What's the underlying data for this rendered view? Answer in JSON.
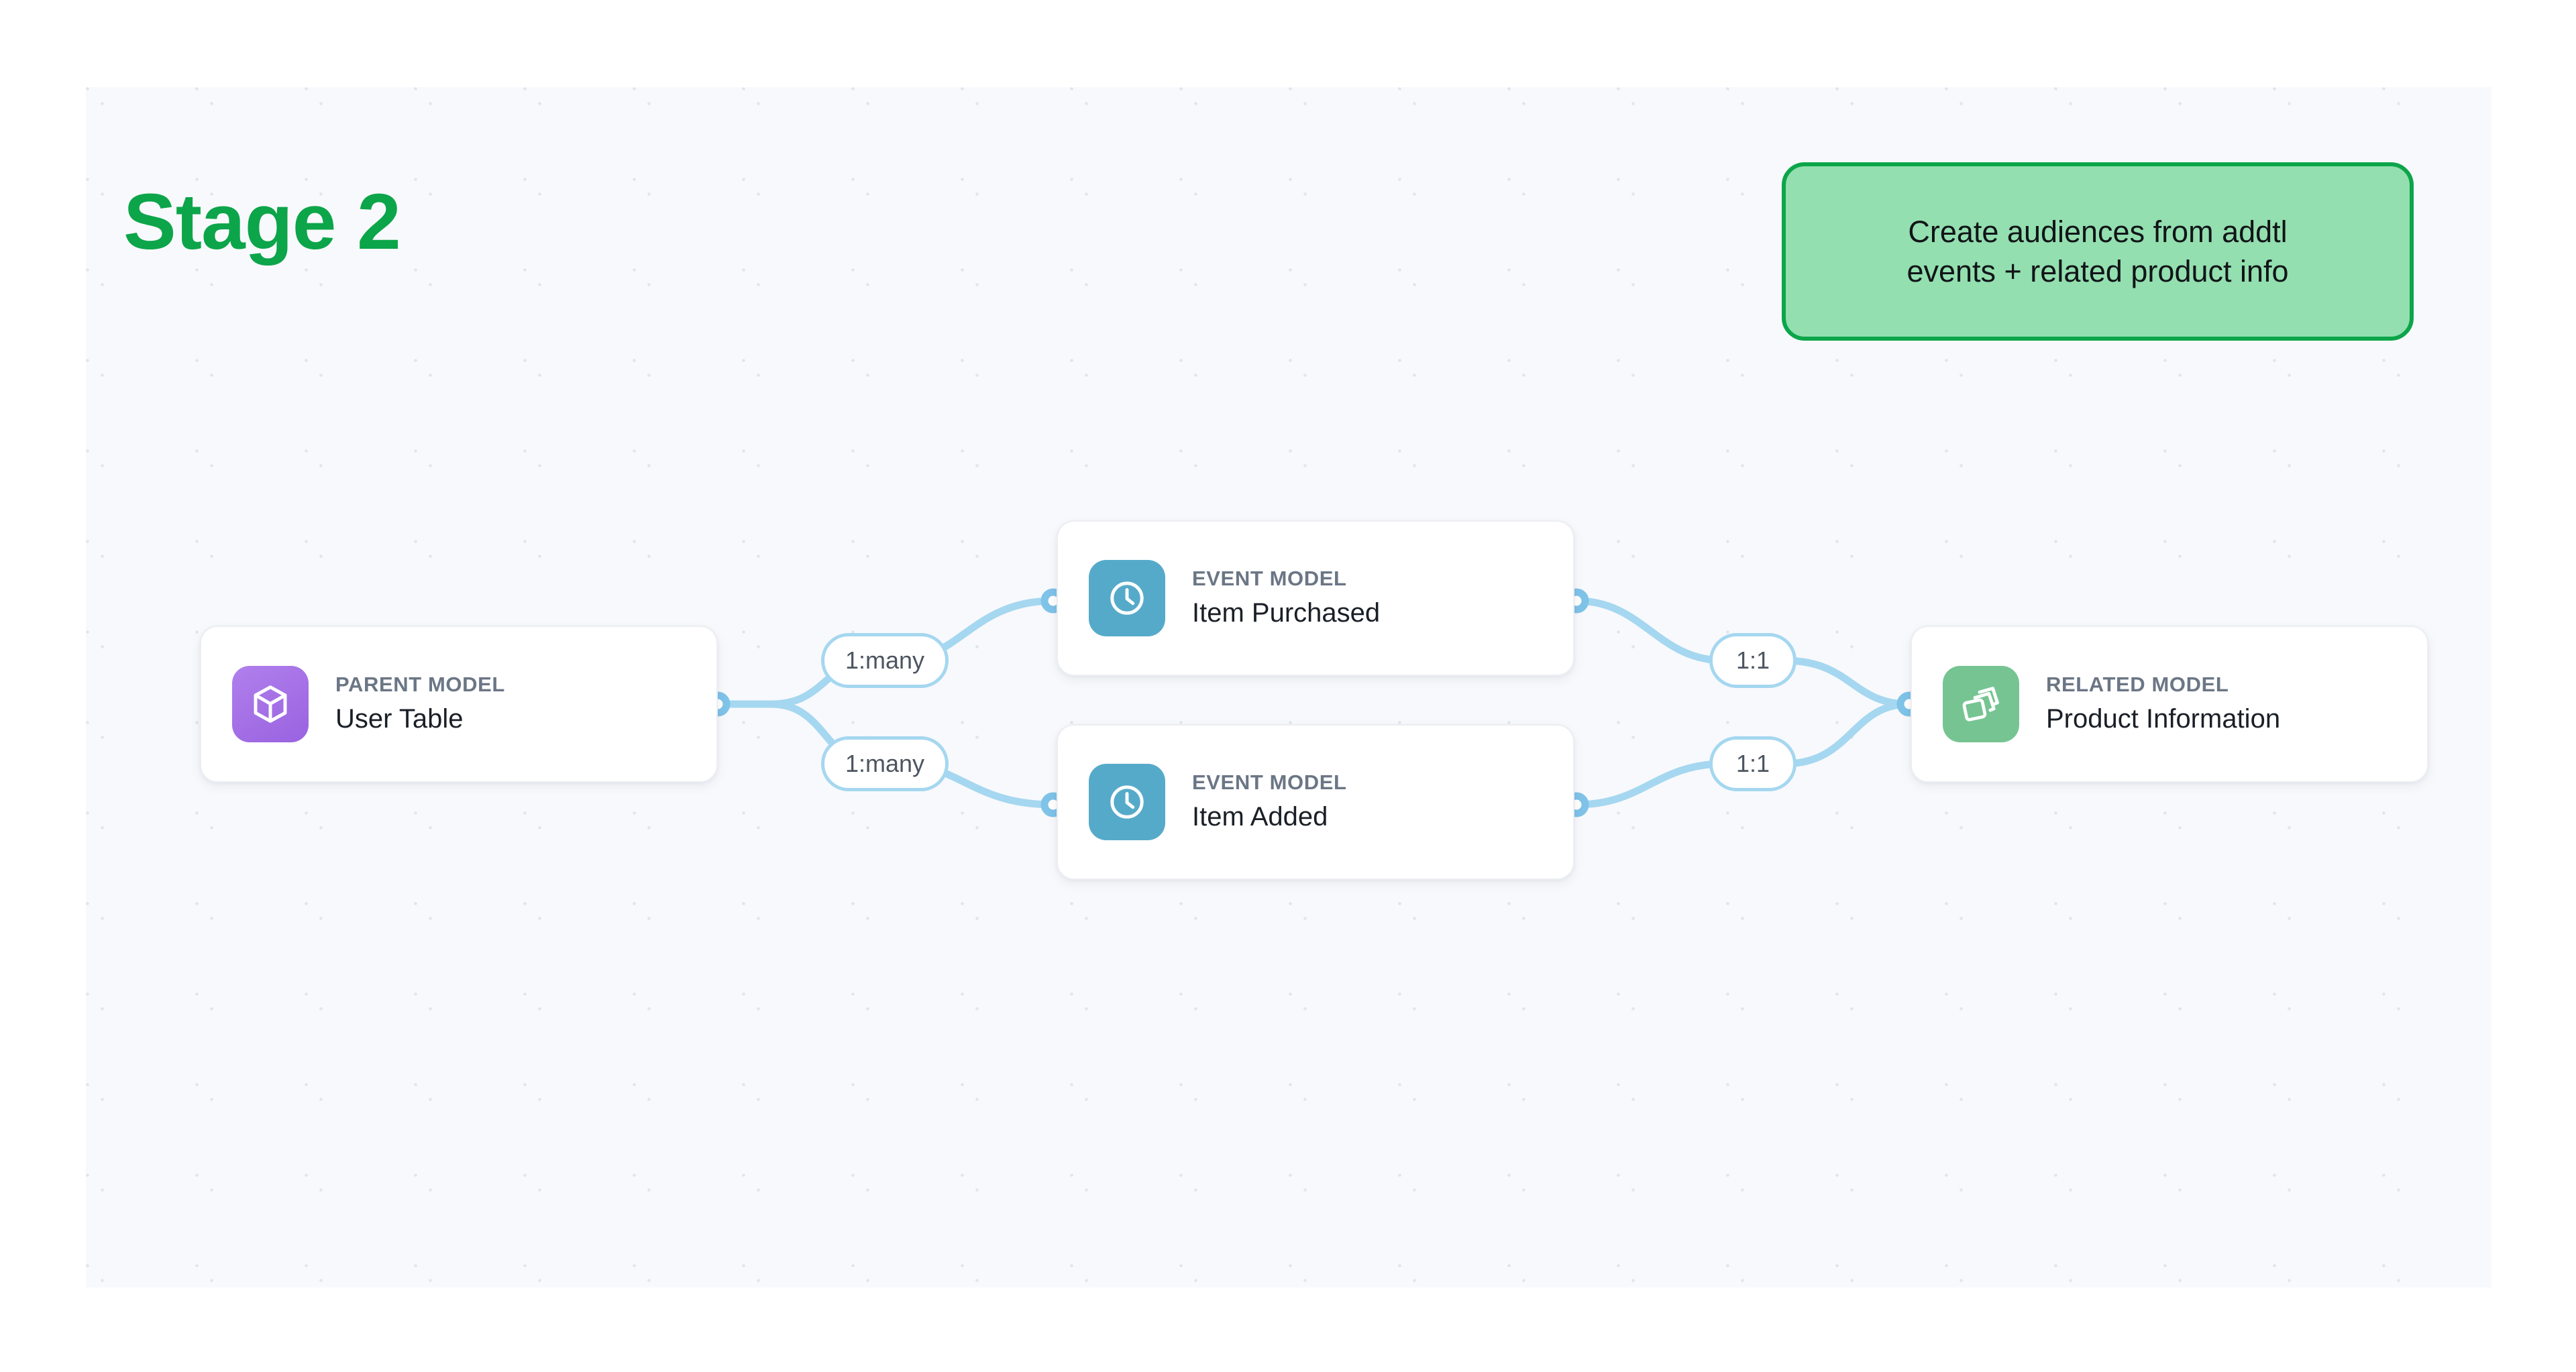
{
  "stage": {
    "title": "Stage 2"
  },
  "callout": {
    "text": "Create audiences from addtl\nevents + related product info",
    "fill_color": "#93dfaf",
    "border_color": "#0ca54a"
  },
  "canvas": {
    "background_color": "#f8f9fc",
    "dot_color": "#e2e5ec"
  },
  "nodes": [
    {
      "id": "parent",
      "kicker": "PARENT MODEL",
      "title": "User Table",
      "icon": "cube-icon",
      "icon_color": "#9a62e0"
    },
    {
      "id": "event-1",
      "kicker": "EVENT MODEL",
      "title": "Item Purchased",
      "icon": "clock-icon",
      "icon_color": "#56aac9"
    },
    {
      "id": "event-2",
      "kicker": "EVENT MODEL",
      "title": "Item Added",
      "icon": "clock-icon",
      "icon_color": "#56aac9"
    },
    {
      "id": "related",
      "kicker": "RELATED MODEL",
      "title": "Product Information",
      "icon": "layers-icon",
      "icon_color": "#76c492"
    }
  ],
  "relationships": [
    {
      "id": "rel-1",
      "label": "1:many",
      "from": "parent",
      "to": "event-1"
    },
    {
      "id": "rel-2",
      "label": "1:many",
      "from": "parent",
      "to": "event-2"
    },
    {
      "id": "rel-3",
      "label": "1:1",
      "from": "event-1",
      "to": "related"
    },
    {
      "id": "rel-4",
      "label": "1:1",
      "from": "event-2",
      "to": "related"
    }
  ],
  "edge_style": {
    "stroke_color": "#a5d7f0",
    "port_stroke_color": "#7fc3e8"
  }
}
